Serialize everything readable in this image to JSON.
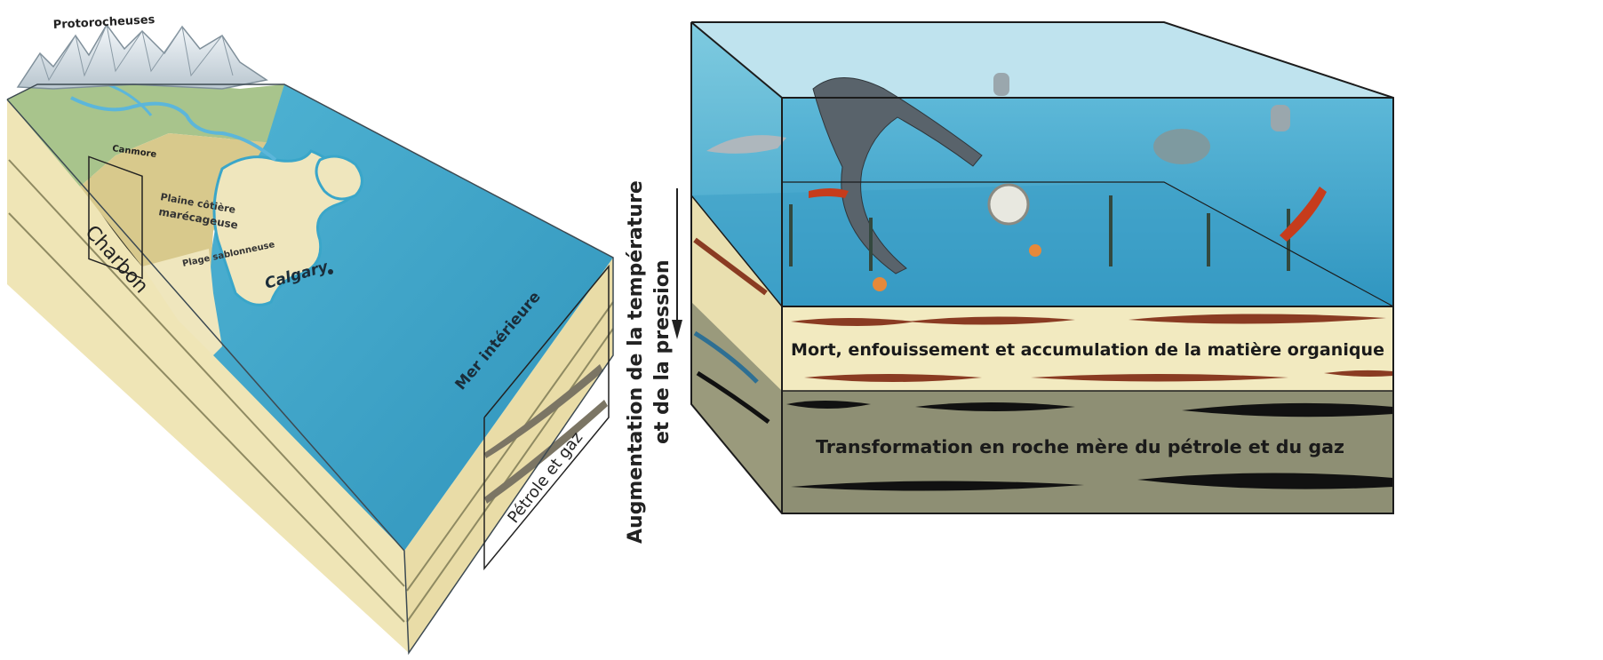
{
  "left_diagram": {
    "labels": {
      "protorocheuses": "Protorocheuses",
      "canmore": "Canmore",
      "plaine_line1": "Plaine côtière",
      "plaine_line2": "marécageuse",
      "plage": "Plage sablonneuse",
      "calgary": "Calgary",
      "charbon": "Charbon",
      "mer": "Mer intérieure",
      "petrole": "Pétrole et gaz"
    }
  },
  "right_diagram": {
    "axis_line1": "Augmentation de la température",
    "axis_line2": "et de la pression",
    "layer_organic": "Mort, enfouissement et accumulation de la matière organique",
    "layer_source_rock": "Transformation en roche mère du pétrole et du gaz"
  },
  "colors": {
    "sea": "#3aa6c9",
    "sea_light": "#7cc8de",
    "plain": "#d9c98a",
    "sand": "#eee4b8",
    "land_green": "#9fbf84",
    "organic_band": "#8a3b22",
    "source_rock": "#8e8f74",
    "black_band": "#111111",
    "sediment": "#f1e9bd"
  }
}
